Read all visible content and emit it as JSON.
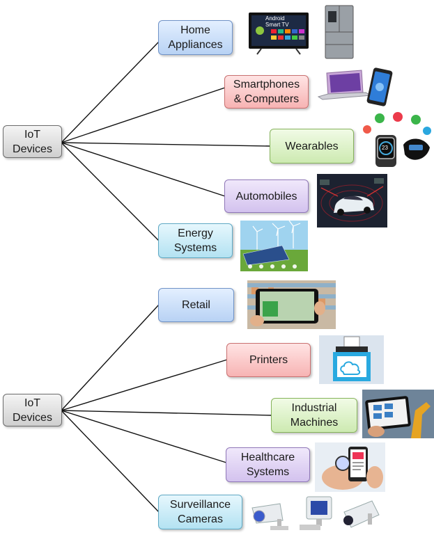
{
  "diagrams": [
    {
      "root": "IoT\nDevices",
      "branches": [
        {
          "label": "Home\nAppliances",
          "image": "tv-and-refrigerator-icon"
        },
        {
          "label": "Smartphones\n& Computers",
          "image": "laptop-and-smartphone-icon"
        },
        {
          "label": "Wearables",
          "image": "smartwatch-icon"
        },
        {
          "label": "Automobiles",
          "image": "connected-car-icon"
        },
        {
          "label": "Energy\nSystems",
          "image": "solar-panels-wind-turbines-icon"
        }
      ]
    },
    {
      "root": "IoT\nDevices",
      "branches": [
        {
          "label": "Retail",
          "image": "tablet-store-shelves-icon"
        },
        {
          "label": "Printers",
          "image": "cloud-printer-icon"
        },
        {
          "label": "Industrial\nMachines",
          "image": "tablet-robot-arm-icon"
        },
        {
          "label": "Healthcare\nSystems",
          "image": "health-app-phone-icon"
        },
        {
          "label": "Surveillance\nCameras",
          "image": "security-cameras-icon"
        }
      ]
    }
  ],
  "tv_screen_text": "Android\nSmart TV",
  "watch_text": "23"
}
